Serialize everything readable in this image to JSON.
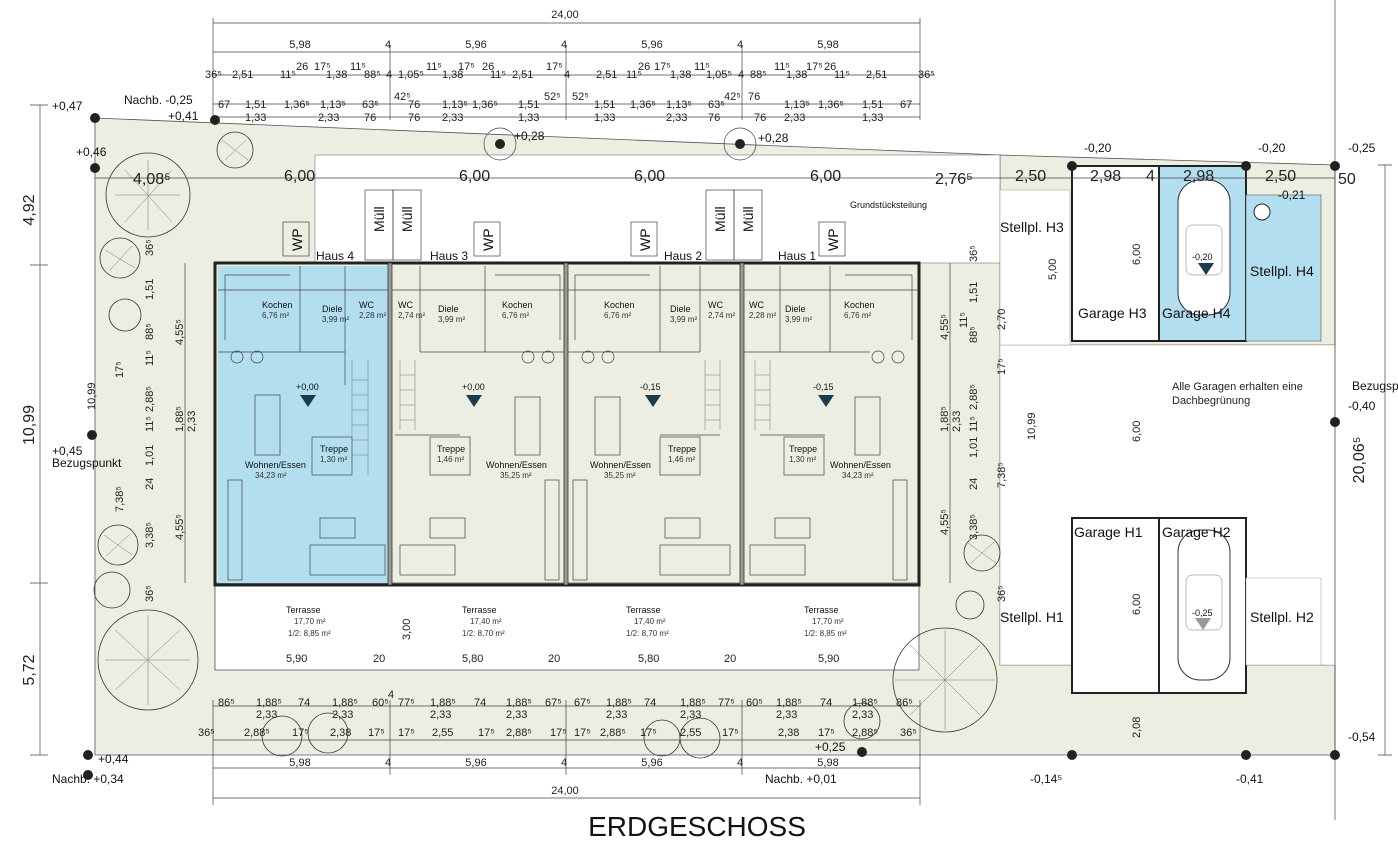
{
  "title": "ERDGESCHOSS",
  "top_dims": {
    "overall": "24,00",
    "row2": [
      "5,98",
      "4",
      "5,96",
      "4",
      "5,96",
      "4",
      "5,98"
    ],
    "row3": [
      "36⁵",
      "2,51",
      "11⁵",
      "26",
      "17⁵",
      "1,38",
      "11⁵",
      "88⁵",
      "4",
      "1,05⁵",
      "11⁵",
      "1,38",
      "17⁵",
      "26",
      "11⁵",
      "2,51",
      "17⁵",
      "4",
      "2,51",
      "11⁵",
      "26",
      "17⁵",
      "1,38",
      "11⁵",
      "1,05⁵",
      "4",
      "88⁵",
      "11⁵",
      "1,38",
      "17⁵",
      "26",
      "11⁵",
      "2,51",
      "36⁵"
    ],
    "row4": [
      "67",
      "1,51",
      "1,36⁵",
      "1,13⁵",
      "63⁵",
      "42⁵",
      "76",
      "1,13⁵",
      "1,36⁵",
      "1,51",
      "52⁵",
      "52⁵",
      "1,51",
      "1,36⁵",
      "1,13⁵",
      "63⁵",
      "42⁵",
      "76",
      "1,13⁵",
      "1,36⁵",
      "1,51",
      "67"
    ],
    "row5": [
      "1,33",
      "2,33",
      "76",
      "76",
      "2,33",
      "1,33",
      "1,33",
      "2,33",
      "76",
      "76",
      "2,33",
      "1,33"
    ]
  },
  "spacing_dims": [
    "4,08⁵",
    "6,00",
    "6,00",
    "6,00",
    "6,00",
    "2,76⁵",
    "2,50",
    "2,98",
    "4",
    "2,98",
    "2,50",
    "50"
  ],
  "left_dims": [
    "4,92",
    "10,99",
    "5,72"
  ],
  "right_dims": [
    "20,06⁵"
  ],
  "levels": [
    {
      "text": "+0,47"
    },
    {
      "text": "Nachb. -0,25"
    },
    {
      "text": "+0,41"
    },
    {
      "text": "+0,46"
    },
    {
      "text": "+0,28"
    },
    {
      "text": "+0,28"
    },
    {
      "text": "-0,20"
    },
    {
      "text": "-0,20"
    },
    {
      "text": "-0,25"
    },
    {
      "text": "-0,21"
    },
    {
      "text": "+0,45"
    },
    {
      "text": "Bezugspunkt"
    },
    {
      "text": "Bezugsp"
    },
    {
      "text": "-0,40"
    },
    {
      "text": "+0,44"
    },
    {
      "text": "Nachb. +0,34"
    },
    {
      "text": "+0,25"
    },
    {
      "text": "Nachb. +0,01"
    },
    {
      "text": "-0,14⁵"
    },
    {
      "text": "-0,41"
    },
    {
      "text": "-0,54"
    }
  ],
  "houses": [
    {
      "name": "Haus 4",
      "kochen": "Kochen",
      "kochen_area": "6,76 m²",
      "diele": "Diele",
      "diele_area": "3,99 m²",
      "wc": "WC",
      "wc_area": "2,28 m²",
      "treppe": "Treppe",
      "treppe_area": "1,30 m²",
      "wohnen": "Wohnen/Essen",
      "wohnen_area": "34,23 m²",
      "level": "+0,00",
      "terrasse": "Terrasse",
      "terr_area": "17,70 m²",
      "terr_half": "1/2: 8,85 m²",
      "width": "5,90",
      "wall": "20"
    },
    {
      "name": "Haus 3",
      "kochen": "Kochen",
      "kochen_area": "6,76 m²",
      "diele": "Diele",
      "diele_area": "3,99 m²",
      "wc": "WC",
      "wc_area": "2,74 m²",
      "treppe": "Treppe",
      "treppe_area": "1,46 m²",
      "wohnen": "Wohnen/Essen",
      "wohnen_area": "35,25 m²",
      "level": "+0,00",
      "terrasse": "Terrasse",
      "terr_area": "17,40 m²",
      "terr_half": "1/2: 8,70 m²",
      "width": "5,80",
      "wall": "20"
    },
    {
      "name": "Haus 2",
      "kochen": "Kochen",
      "kochen_area": "6,76 m²",
      "diele": "Diele",
      "diele_area": "3,99 m²",
      "wc": "WC",
      "wc_area": "2,74 m²",
      "treppe": "Treppe",
      "treppe_area": "1,46 m²",
      "wohnen": "Wohnen/Essen",
      "wohnen_area": "35,25 m²",
      "level": "-0,15",
      "terrasse": "Terrasse",
      "terr_area": "17,40 m²",
      "terr_half": "1/2: 8,70 m²",
      "width": "5,80",
      "wall": "20"
    },
    {
      "name": "Haus 1",
      "kochen": "Kochen",
      "kochen_area": "6,76 m²",
      "diele": "Diele",
      "diele_area": "3,99 m²",
      "wc": "WC",
      "wc_area": "2,28 m²",
      "treppe": "Treppe",
      "treppe_area": "1,30 m²",
      "wohnen": "Wohnen/Essen",
      "wohnen_area": "34,23 m²",
      "level": "-0,15",
      "terrasse": "Terrasse",
      "terr_area": "17,70 m²",
      "terr_half": "1/2: 8,85 m²",
      "width": "5,90",
      "wall": ""
    }
  ],
  "muell": [
    "Müll",
    "Müll",
    "Müll",
    "Müll"
  ],
  "wp": [
    "WP",
    "WP",
    "WP",
    "WP"
  ],
  "grundstueck": "Grundstücksteilung",
  "garages": {
    "stellpl_h3": "Stellpl. H3",
    "garage_h3": "Garage H3",
    "garage_h4": "Garage H4",
    "stellpl_h4": "Stellpl. H4",
    "garage_h1": "Garage H1",
    "garage_h2": "Garage H2",
    "stellpl_h1": "Stellpl. H1",
    "stellpl_h2": "Stellpl. H2",
    "note_line1": "Alle Garagen erhalten eine",
    "note_line2": "Dachbegrünung",
    "dim_600_a": "6,00",
    "dim_600_b": "6,00",
    "dim_600_c": "6,00",
    "dim_500": "5,00",
    "dim_208": "2,08",
    "lvl_h4": "-0,20",
    "lvl_h2": "-0,25"
  },
  "side_dims_left": [
    "36⁵",
    "1,51",
    "88⁵",
    "11⁵",
    "17⁵",
    "2,88⁵",
    "11⁵",
    "1,01",
    "24",
    "7,38⁵",
    "3,38⁵",
    "36⁵",
    "4,55⁵",
    "1,88⁵",
    "2,33",
    "4,55⁵",
    "10,99"
  ],
  "side_dims_right": [
    "36⁵",
    "1,51",
    "11⁵",
    "88⁵",
    "17⁵",
    "2,88⁵",
    "11⁵",
    "1,01",
    "24",
    "3,38⁵",
    "36⁵",
    "4,55⁵",
    "1,88⁵",
    "2,33",
    "4,55⁵",
    "2,70",
    "10,99",
    "7,38⁵"
  ],
  "terr_dim": "3,00",
  "bottom_dims": {
    "row1": [
      "86⁵",
      "1,88⁵",
      "74",
      "1,88⁵",
      "60⁵",
      "4",
      "77⁵",
      "1,88⁵",
      "74",
      "1,88⁵",
      "67⁵",
      "67⁵",
      "1,88⁵",
      "74",
      "1,88⁵",
      "77⁵",
      "60⁵",
      "1,88⁵",
      "74",
      "1,88⁵",
      "86⁵"
    ],
    "row2": [
      "2,33",
      "2,33",
      "2,33",
      "2,33",
      "2,33",
      "2,33",
      "2,33",
      "2,33"
    ],
    "row3": [
      "36⁵",
      "2,88⁵",
      "17⁵",
      "2,38",
      "17⁵",
      "17⁵",
      "2,55",
      "17⁵",
      "2,88⁵",
      "17⁵",
      "17⁵",
      "2,88⁵",
      "17⁵",
      "2,55",
      "17⁵",
      "2,38",
      "17⁵",
      "2,88⁵",
      "36⁵"
    ],
    "row4": [
      "5,98",
      "4",
      "5,96",
      "4",
      "5,96",
      "4",
      "5,98"
    ],
    "overall": "24,00"
  }
}
